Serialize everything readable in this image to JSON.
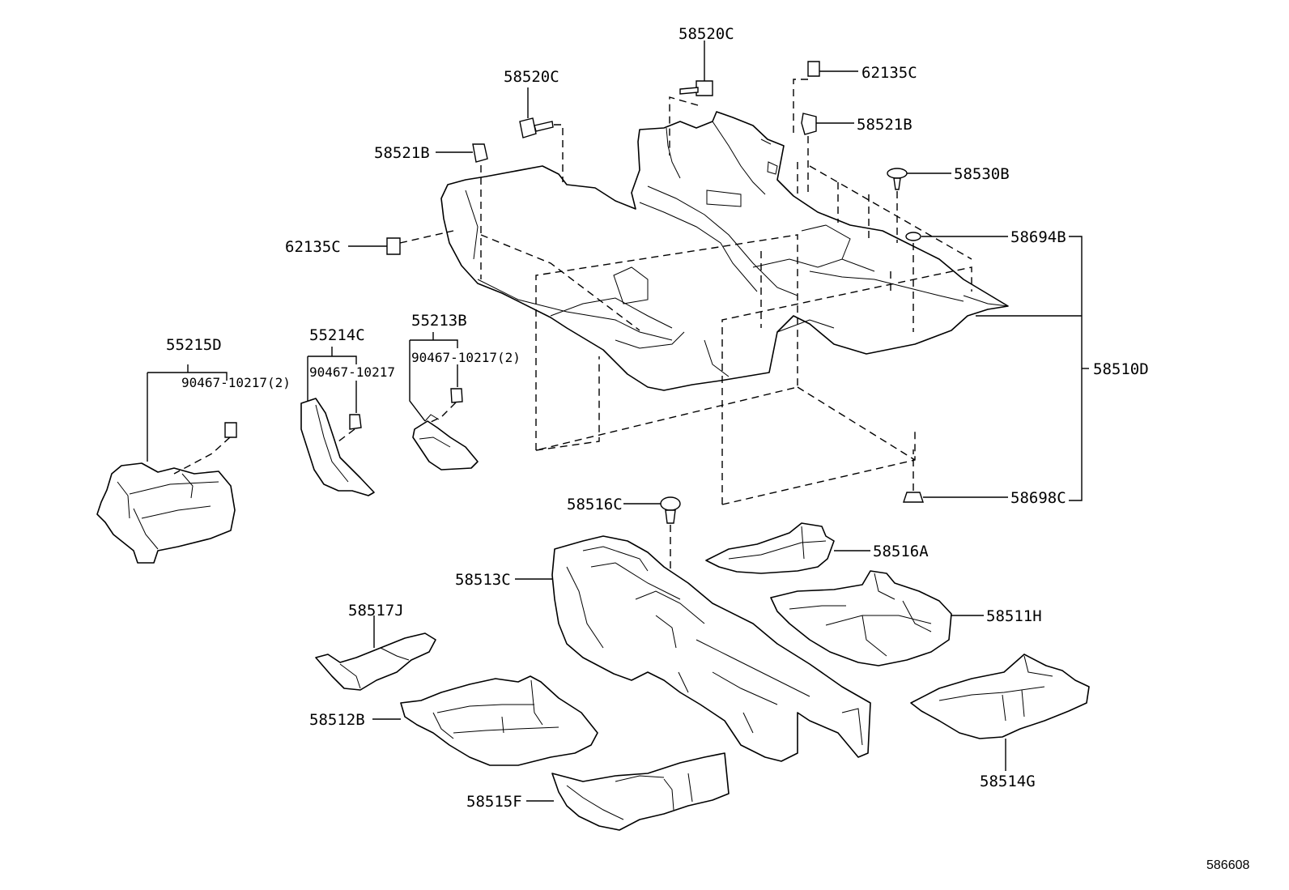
{
  "callouts": {
    "c58520C_top": "58520C",
    "c62135C_top": "62135C",
    "c58520C_left": "58520C",
    "c58521B_right": "58521B",
    "c58521B_left": "58521B",
    "c58530B": "58530B",
    "c62135C_left": "62135C",
    "c58694B": "58694B",
    "c55213B": "55213B",
    "c55214C": "55214C",
    "c55215D": "55215D",
    "c90467_a": "90467-10217(2)",
    "c90467_b": "90467-10217",
    "c90467_c": "90467-10217(2)",
    "c58510D": "58510D",
    "c58698C": "58698C",
    "c58516C": "58516C",
    "c58516A": "58516A",
    "c58513C": "58513C",
    "c58511H": "58511H",
    "c58517J": "58517J",
    "c58512B": "58512B",
    "c58514G": "58514G",
    "c58515F": "58515F"
  },
  "diagram_ref": "586608"
}
